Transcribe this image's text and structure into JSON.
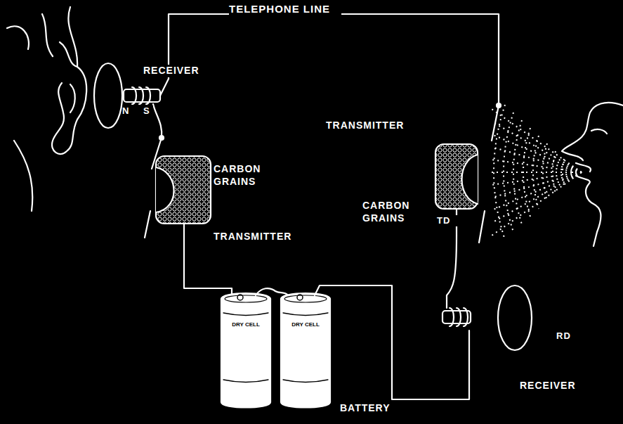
{
  "diagram": {
    "labels": [
      "TELEPHONE LINE",
      "RECEIVER",
      "N",
      "S",
      "CARBON GRAINS",
      "TRANSMITTER",
      "TRANSMITTER",
      "CARBON GRAINS",
      "TD",
      "RD",
      "RECEIVER",
      "DRY CELL",
      "DRY CELL",
      "BATTERY"
    ]
  }
}
